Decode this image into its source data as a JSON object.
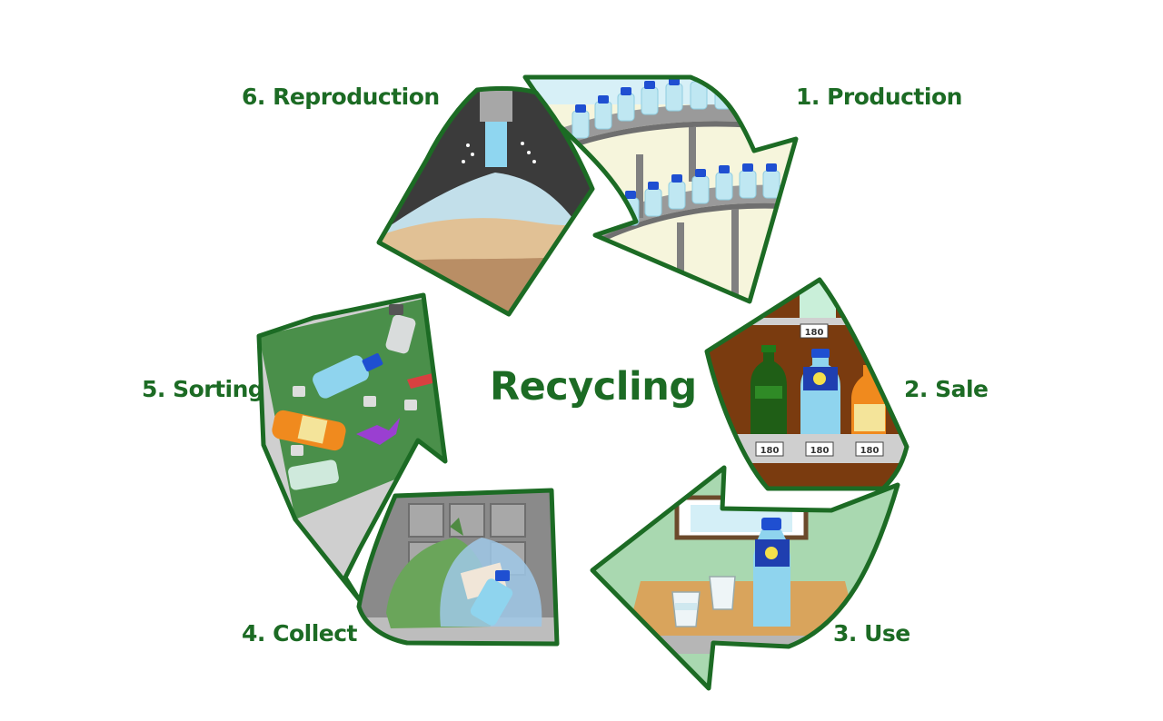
{
  "diagram": {
    "title": "Recycling",
    "steps": [
      {
        "label": "1. Production"
      },
      {
        "label": "2. Sale"
      },
      {
        "label": "3. Use"
      },
      {
        "label": "4. Collect"
      },
      {
        "label": "5. Sorting"
      },
      {
        "label": "6. Reproduction"
      }
    ],
    "price_tags": [
      "180",
      "180",
      "180",
      "180"
    ]
  },
  "colors": {
    "outline": "#1c6b24",
    "label": "#1c6b24"
  }
}
